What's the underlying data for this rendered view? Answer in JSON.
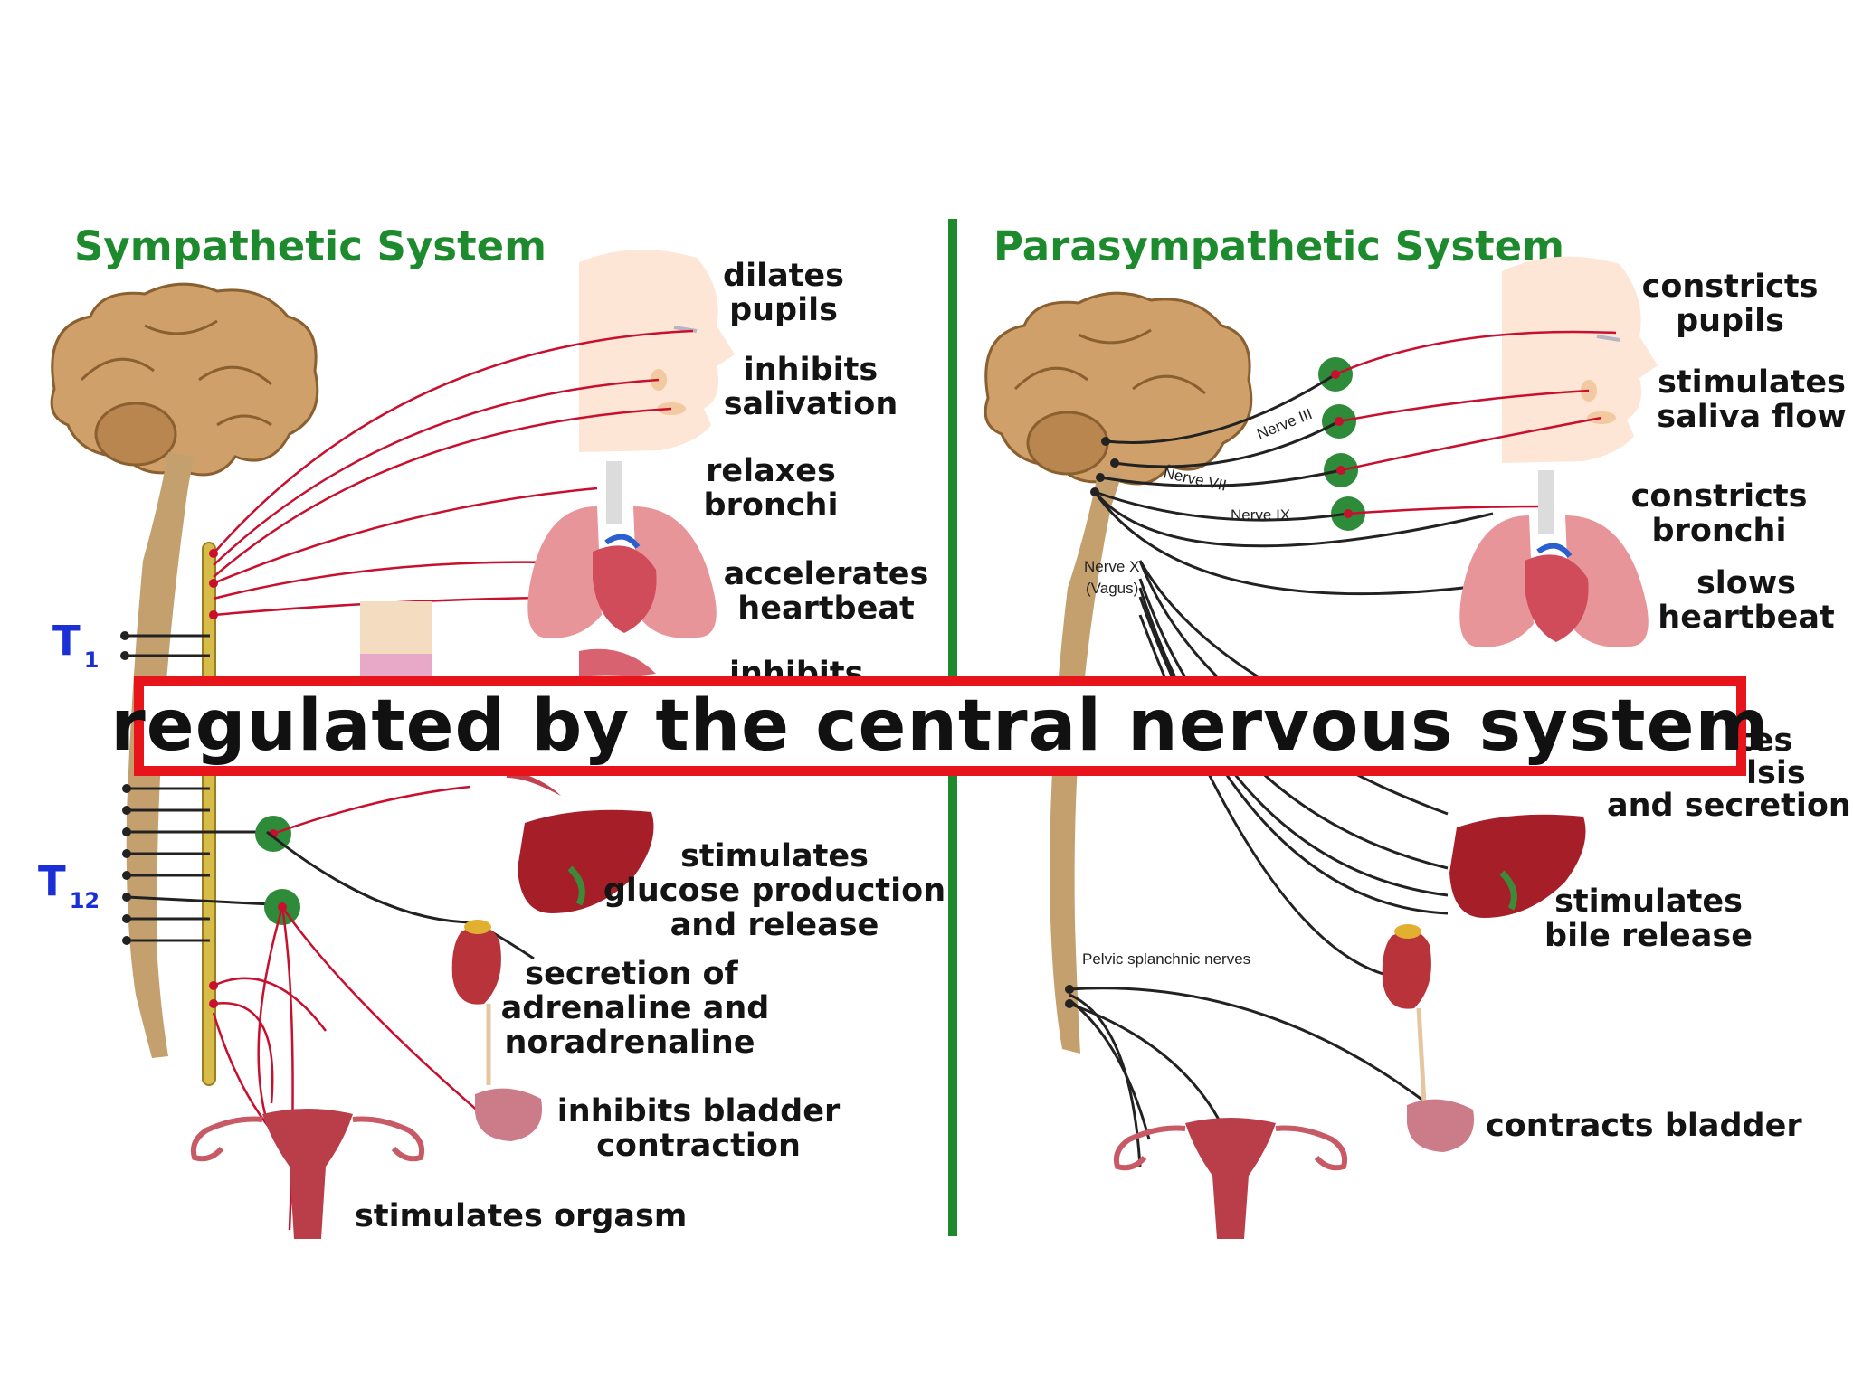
{
  "left_panel": {
    "title": "Sympathetic System",
    "spine_levels": {
      "top": "T",
      "top_sub": "1",
      "bottom": "T",
      "bottom_sub": "12"
    },
    "effects": {
      "pupils": [
        "dilates",
        "pupils"
      ],
      "salivation": [
        "inhibits",
        "salivation"
      ],
      "bronchi": [
        "relaxes",
        "bronchi"
      ],
      "heart": [
        "accelerates",
        "heartbeat"
      ],
      "stomach_partial": "inhibits",
      "liver": [
        "stimulates",
        "glucose production",
        "and release"
      ],
      "adrenal": [
        "secretion of",
        "adrenaline and",
        "noradrenaline"
      ],
      "bladder": [
        "inhibits bladder",
        "contraction"
      ],
      "reproductive": "stimulates orgasm"
    }
  },
  "right_panel": {
    "title": "Parasympathetic System",
    "nerves": {
      "iii": "Nerve III",
      "vii": "Nerve VII",
      "ix": "Nerve IX",
      "x1": "Nerve X",
      "x2": "(Vagus)",
      "pelvic": "Pelvic splanchnic nerves"
    },
    "effects": {
      "pupils": [
        "constricts",
        "pupils"
      ],
      "saliva": [
        "stimulates",
        "saliva flow"
      ],
      "bronchi": [
        "constricts",
        "bronchi"
      ],
      "heart": [
        "slows",
        "heartbeat"
      ],
      "digestion_partial": [
        "tes",
        "lsis",
        "and secretion"
      ],
      "bile": [
        "stimulates",
        "bile release"
      ],
      "bladder": "contracts bladder"
    }
  },
  "caption": "regulated by the central nervous system",
  "colors": {
    "title_green": "#1e8a2e",
    "divider_green": "#1e8a2e",
    "caption_border": "#e8141b",
    "nerve_red": "#c8102e",
    "level_blue": "#1a2fd6"
  }
}
